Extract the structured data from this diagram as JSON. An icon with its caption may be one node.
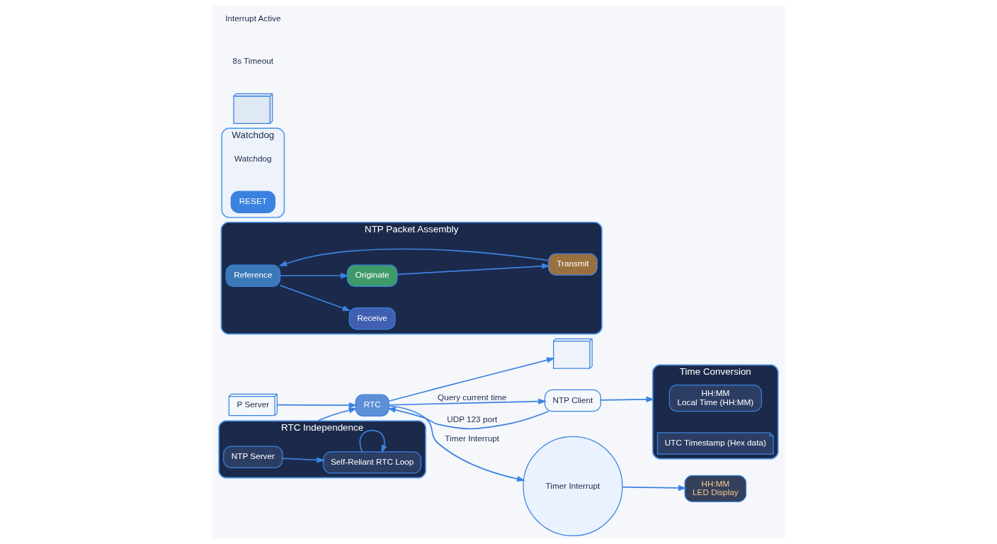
{
  "diagram": {
    "nodes": [
      {
        "text": [
          "P Server"
        ]
      },
      {
        "text": [
          "NTP Packet Assembly"
        ]
      },
      {
        "text": [
          "Receive"
        ],
        "in": 1
      },
      {
        "text": [
          "Reference"
        ],
        "in": 1
      },
      {
        "text": [
          "Originate"
        ],
        "in": 1
      },
      {
        "text": [
          "Transmit"
        ],
        "in": 1
      },
      {
        "text": [
          "RTC"
        ]
      },
      {
        "text": [
          "Watchdog"
        ],
        "beside": [
          "Watchdog"
        ]
      },
      {
        "text": [
          "RESET"
        ],
        "in": 7
      },
      {
        "text": [
          "RTC Independence"
        ]
      },
      {
        "text": [
          "NTP Server"
        ],
        "in": 9
      },
      {
        "text": [
          "Self-Reliant RTC Loop"
        ],
        "in": 9
      },
      {
        "text": [],
        "shape": "picture"
      },
      {
        "text": [],
        "shape": "picture"
      },
      {
        "text": [
          "Time Conversion"
        ]
      },
      {
        "text": [
          "HH:MM",
          "Local Time (HH:MM)"
        ],
        "in": 14
      },
      {
        "text": [
          "UTC Timestamp (Hex data)"
        ],
        "in": 14
      },
      {
        "text": [
          "NTP Client"
        ]
      },
      {
        "text": [
          "Timer Interrupt"
        ]
      },
      {
        "text": [
          "HH:MM",
          "LED Display"
        ]
      }
    ],
    "edges": [
      {
        "from": 0,
        "to": 6,
        "arrow": "to"
      },
      {
        "from": 3,
        "to": 2,
        "arrow": "to"
      },
      {
        "from": 3,
        "to": 4,
        "arrow": "to"
      },
      {
        "from": 4,
        "to": 5,
        "arrow": "to"
      },
      {
        "from": 5,
        "to": 3,
        "arrow": "to"
      },
      {
        "from": 10,
        "to": 11,
        "arrow": "to"
      },
      {
        "from": 11,
        "to": 11,
        "arrow": "to"
      },
      {
        "from": 9,
        "to": 6,
        "arrow": "to"
      },
      {
        "from": 6,
        "to": 13,
        "arrow": "to"
      },
      {
        "from": 17,
        "to": 14,
        "arrow": "to"
      },
      {
        "from": 17,
        "to": 6,
        "arrow": "to",
        "label": "UDP 123 port"
      },
      {
        "from": 6,
        "to": 17,
        "arrow": "to",
        "label": "Query current time"
      },
      {
        "from": 6,
        "to": 18,
        "arrow": "to",
        "label": "Timer Interrupt"
      },
      {
        "from": 18,
        "to": 19,
        "arrow": "to"
      }
    ],
    "labels": [
      "8s Timeout",
      "Interrupt Active"
    ]
  }
}
